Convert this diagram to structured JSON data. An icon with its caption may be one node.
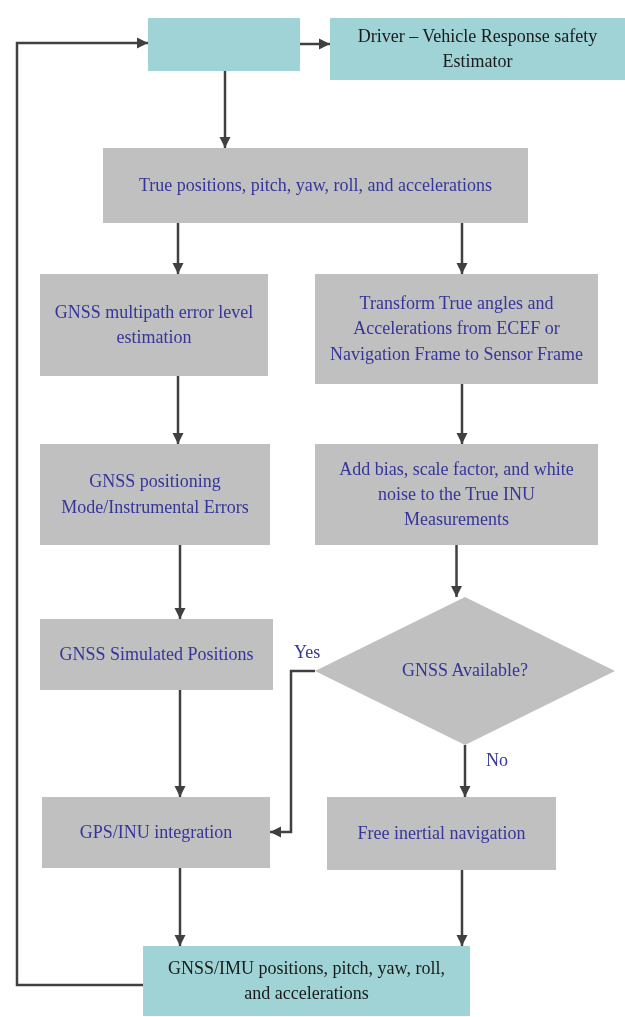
{
  "diagram": {
    "nodes": [
      {
        "text": [],
        "shape": "box"
      },
      {
        "text": [
          "Driver – Vehicle Response safety Estimator"
        ]
      },
      {
        "text": [
          "True positions, pitch, yaw, roll, and accelerations"
        ]
      },
      {
        "text": [
          "GNSS multipath error level estimation"
        ]
      },
      {
        "text": [
          "Transform True angles and Accelerations from ECEF or Navigation Frame to Sensor Frame"
        ]
      },
      {
        "text": [
          "GNSS positioning Mode/Instrumental Errors"
        ]
      },
      {
        "text": [
          "Add bias, scale factor, and white noise to the True INU Measurements"
        ]
      },
      {
        "text": [
          "GNSS Simulated Positions"
        ]
      },
      {
        "text": [
          "GNSS Available?"
        ]
      },
      {
        "text": [
          "GPS/INU integration"
        ]
      },
      {
        "text": [
          "Free inertial navigation"
        ]
      },
      {
        "text": [
          "GNSS/IMU positions, pitch, yaw, roll, and accelerations"
        ]
      }
    ],
    "edges": [
      {
        "from": 0,
        "to": 1,
        "arrow": "to"
      },
      {
        "from": 0,
        "to": 2,
        "arrow": "to"
      },
      {
        "from": 2,
        "to": 3,
        "arrow": "to"
      },
      {
        "from": 2,
        "to": 4,
        "arrow": "to"
      },
      {
        "from": 3,
        "to": 5,
        "arrow": "to"
      },
      {
        "from": 4,
        "to": 6,
        "arrow": "to"
      },
      {
        "from": 5,
        "to": 7,
        "arrow": "to"
      },
      {
        "from": 6,
        "to": 8,
        "arrow": "to"
      },
      {
        "from": 7,
        "to": 9,
        "arrow": "to"
      },
      {
        "from": 8,
        "to": 9,
        "arrow": "to",
        "label": "Yes"
      },
      {
        "from": 8,
        "to": 10,
        "arrow": "to",
        "label": "No"
      },
      {
        "from": 9,
        "to": 11,
        "arrow": "to"
      },
      {
        "from": 10,
        "to": 11,
        "arrow": "to"
      },
      {
        "from": 11,
        "to": 0,
        "arrow": "to"
      }
    ]
  }
}
